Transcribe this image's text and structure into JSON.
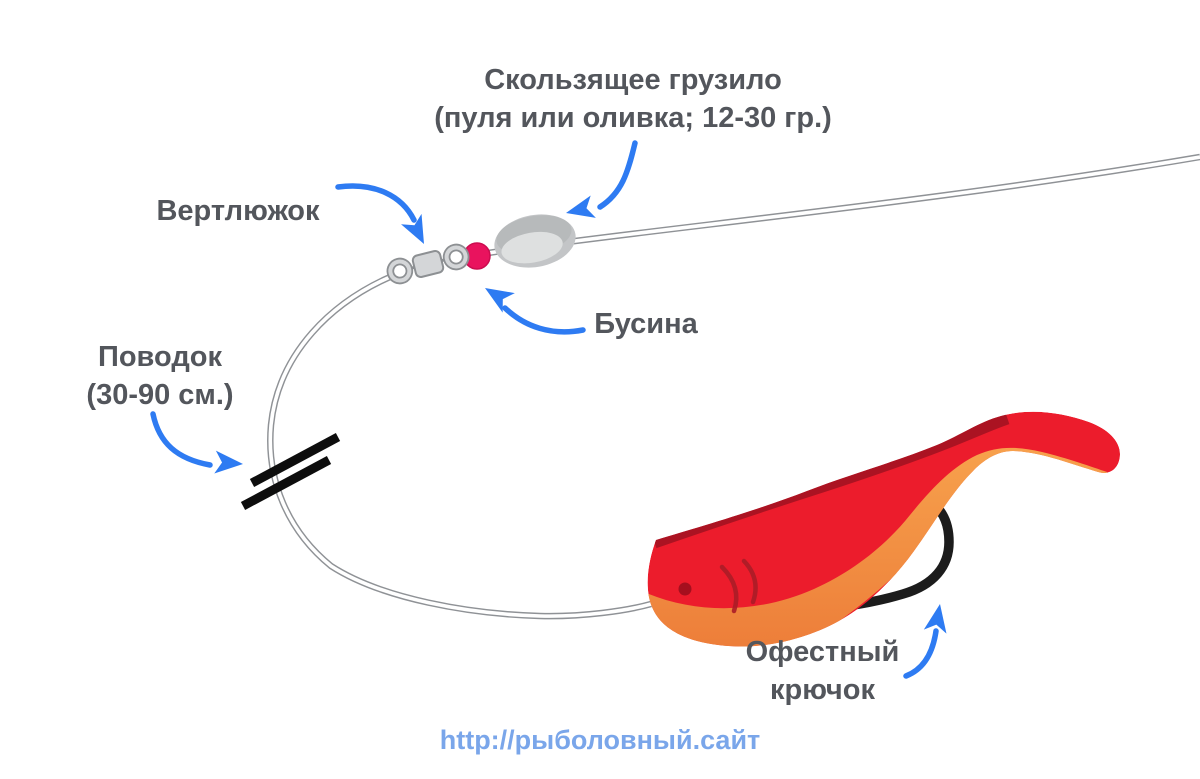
{
  "diagram": {
    "labels": {
      "sinker": {
        "line1": "Скользящее грузило",
        "line2": "(пуля или оливка; 12-30 гр.)"
      },
      "swivel": {
        "text": "Вертлюжок"
      },
      "bead": {
        "text": "Бусина"
      },
      "leader": {
        "line1": "Поводок",
        "line2": "(30-90 см.)"
      },
      "hook": {
        "line1": "Офестный",
        "line2": "крючок"
      }
    },
    "footer": {
      "url": "http://рыболовный.сайт"
    },
    "parts": [
      {
        "name": "main-line",
        "color": "#8f9296"
      },
      {
        "name": "sliding-sinker",
        "color": "#c3c5c7"
      },
      {
        "name": "bead",
        "color": "#e9135e"
      },
      {
        "name": "swivel",
        "color": "#8d9093"
      },
      {
        "name": "leader-line",
        "color": "#8f9296"
      },
      {
        "name": "line-break-marks",
        "color": "#0d0d0d"
      },
      {
        "name": "offset-hook",
        "color": "#1c1c1c"
      },
      {
        "name": "soft-bait-fish",
        "color_body": "#ec1c2c",
        "color_back": "#ab1322",
        "color_belly": "#f1883e"
      }
    ],
    "colors": {
      "background": "#ffffff",
      "label_text": "#53565c",
      "arrow": "#2e7bf2",
      "url_text": "#7aa6ea"
    }
  }
}
